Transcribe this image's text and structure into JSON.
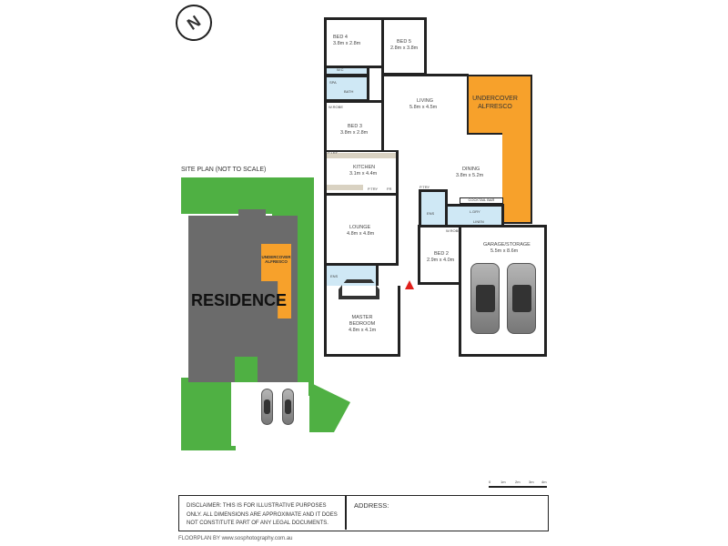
{
  "compass": {
    "label": "N"
  },
  "site_plan": {
    "title": "SITE PLAN (NOT TO SCALE)",
    "residence": "RESIDENCE",
    "alfresco": "UNDERCOVER ALFRESCO"
  },
  "rooms": {
    "bed4": {
      "name": "BED 4",
      "dims": "3.8m x 2.8m"
    },
    "bed5": {
      "name": "BED 5",
      "dims": "2.8m x 3.8m"
    },
    "living": {
      "name": "LIVING",
      "dims": "5.8m x 4.5m"
    },
    "alfresco": {
      "name": "UNDERCOVER ALFRESCO"
    },
    "bed3": {
      "name": "BED 3",
      "dims": "3.8m x 2.8m"
    },
    "kitchen": {
      "name": "KITCHEN",
      "dims": "3.1m x 4.4m"
    },
    "dining": {
      "name": "DINING",
      "dims": "3.8m x 5.2m"
    },
    "lounge": {
      "name": "LOUNGE",
      "dims": "4.8m x 4.8m"
    },
    "bed2": {
      "name": "BED 2",
      "dims": "2.9m x 4.0m"
    },
    "garage": {
      "name": "GARAGE/STORAGE",
      "dims": "5.5m x 8.6m"
    },
    "master": {
      "name": "MASTER BEDROOM",
      "dims": "4.8m x 4.1m"
    }
  },
  "fixtures": {
    "wc": "W.C",
    "spa": "SPA",
    "bath": "BATH",
    "wrobe": "W.ROBE",
    "ptry": "P.TRY",
    "fr": "FR",
    "ens": "ENS",
    "ldry": "L.DRY",
    "cocktail": "COCKTAIL BAR",
    "linen": "LINEN"
  },
  "scale": {
    "ticks": [
      "0",
      "1m",
      "2m",
      "3m",
      "4m"
    ]
  },
  "disclaimer": "DISCLAIMER: THIS IS FOR ILLUSTRATIVE PURPOSES ONLY. ALL DIMENSIONS ARE APPROXIMATE AND IT DOES NOT CONSTITUTE PART OF ANY LEGAL DOCUMENTS.",
  "address_label": "ADDRESS:",
  "footer": "FLOORPLAN BY www.sosphotography.com.au",
  "colors": {
    "alfresco": "#f7a12b",
    "wet_area": "#cfe8f5",
    "grass": "#4fb043",
    "residence": "#6b6b6b"
  }
}
